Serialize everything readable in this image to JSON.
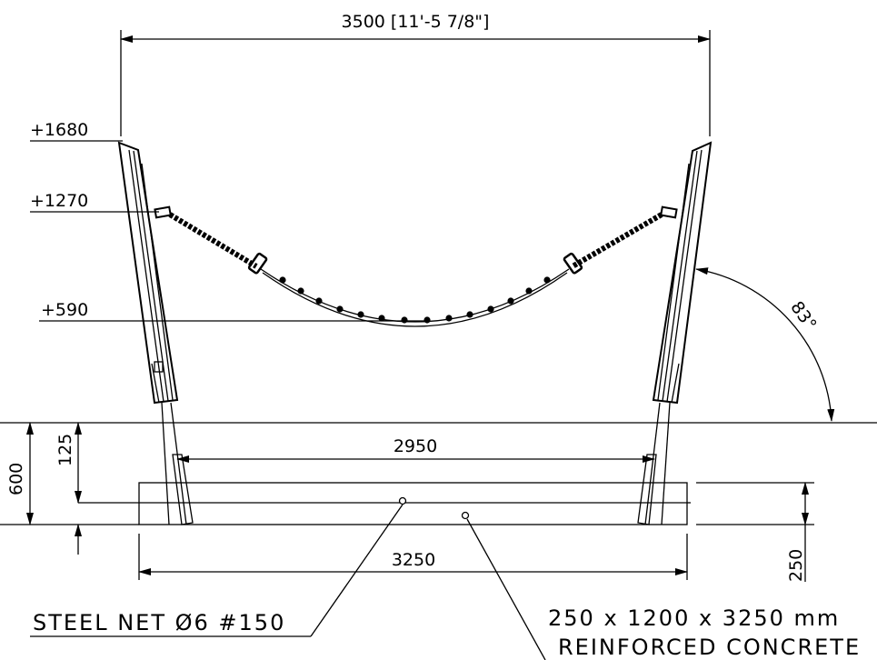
{
  "dimensions": {
    "overall_width": "3500 [11'-5 7/8\"]",
    "post_spacing": "2950",
    "foundation_length": "3250",
    "depth": "600",
    "offset": "125",
    "slab_thickness": "250",
    "angle": "83°"
  },
  "levels": {
    "top": "+1680",
    "chain_attach": "+1270",
    "chain_low": "+590"
  },
  "callouts": {
    "steel_net": "STEEL NET Ø6 #150",
    "slab_size": "250 x 1200 x 3250 mm",
    "material": "REINFORCED CONCRETE"
  }
}
